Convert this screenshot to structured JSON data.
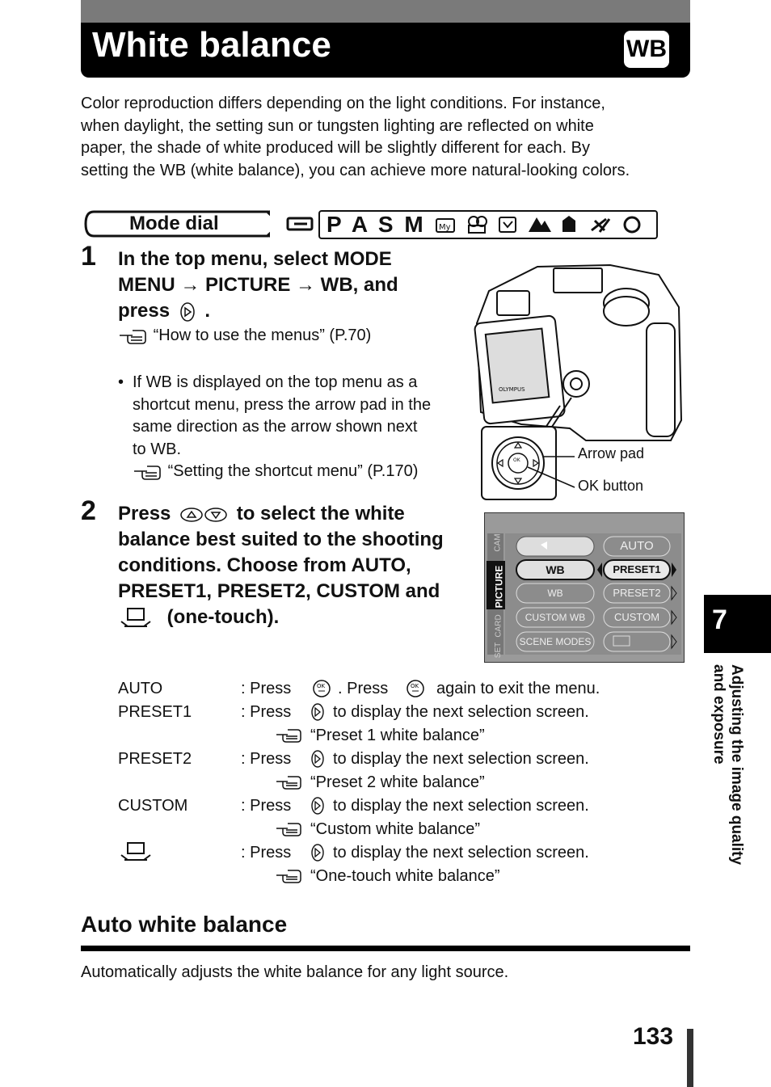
{
  "header": {
    "title": "White balance",
    "badge": "WB"
  },
  "intro": [
    "Color reproduction differs depending on the light conditions. For instance,",
    "when daylight, the setting sun or tungsten lighting are reflected on white",
    "paper, the shade of white produced will be slightly different for each. By",
    "setting the WB (white balance), you can achieve more natural-looking colors."
  ],
  "mode_dial": {
    "label": "Mode dial",
    "modes": "P A S M"
  },
  "step1": {
    "number": "1",
    "lines": [
      "In the top menu, select MODE",
      "MENU → PICTURE → WB, and",
      "press"
    ],
    "press_suffix": ".",
    "ref1": "“How to use the menus” (P.70)",
    "bullet": [
      "If WB is displayed on the top menu as a",
      "shortcut menu, press the arrow pad in the",
      "same direction as the arrow shown next",
      "to WB."
    ],
    "ref2": "“Setting the shortcut menu” (P.170)"
  },
  "camera": {
    "brand": "OLYMPUS",
    "arrow_pad_label": "Arrow pad",
    "ok_button_label": "OK button",
    "ok_text": "OK"
  },
  "step2": {
    "number": "2",
    "line1_press": "Press",
    "line1_rest": "to select the white",
    "lines": [
      "balance best suited to the shooting",
      "conditions. Choose from AUTO,",
      "PRESET1, PRESET2, CUSTOM and"
    ],
    "last_suffix": "(one-touch)."
  },
  "lcd": {
    "tabs": [
      "CAM",
      "PICTURE",
      "CARD",
      "SET"
    ],
    "left_items": [
      "",
      "WB",
      "WB",
      "CUSTOM WB",
      "SCENE MODES"
    ],
    "right_items": [
      "AUTO",
      "PRESET1",
      "PRESET2",
      "CUSTOM",
      ""
    ]
  },
  "options": [
    {
      "name": "AUTO",
      "desc1": ": Press",
      "desc2": ". Press",
      "desc3": "again to exit the menu.",
      "ref": ""
    },
    {
      "name": "PRESET1",
      "desc1": ": Press",
      "desc3": "to display the next selection screen.",
      "ref": "“Preset 1 white balance”"
    },
    {
      "name": "PRESET2",
      "desc1": ": Press",
      "desc3": "to display the next selection screen.",
      "ref": "“Preset 2 white balance”"
    },
    {
      "name": "CUSTOM",
      "desc1": ": Press",
      "desc3": "to display the next selection screen.",
      "ref": "“Custom white balance”"
    },
    {
      "name": "",
      "desc1": ": Press",
      "desc3": "to display the next selection screen.",
      "ref": "“One-touch white balance”"
    }
  ],
  "section": {
    "title": "Auto white balance",
    "body": "Automatically adjusts the white balance for any light source."
  },
  "side_tab": {
    "number": "7",
    "line1": "Adjusting the image quality",
    "line2": "and exposure"
  },
  "page_number": "133"
}
